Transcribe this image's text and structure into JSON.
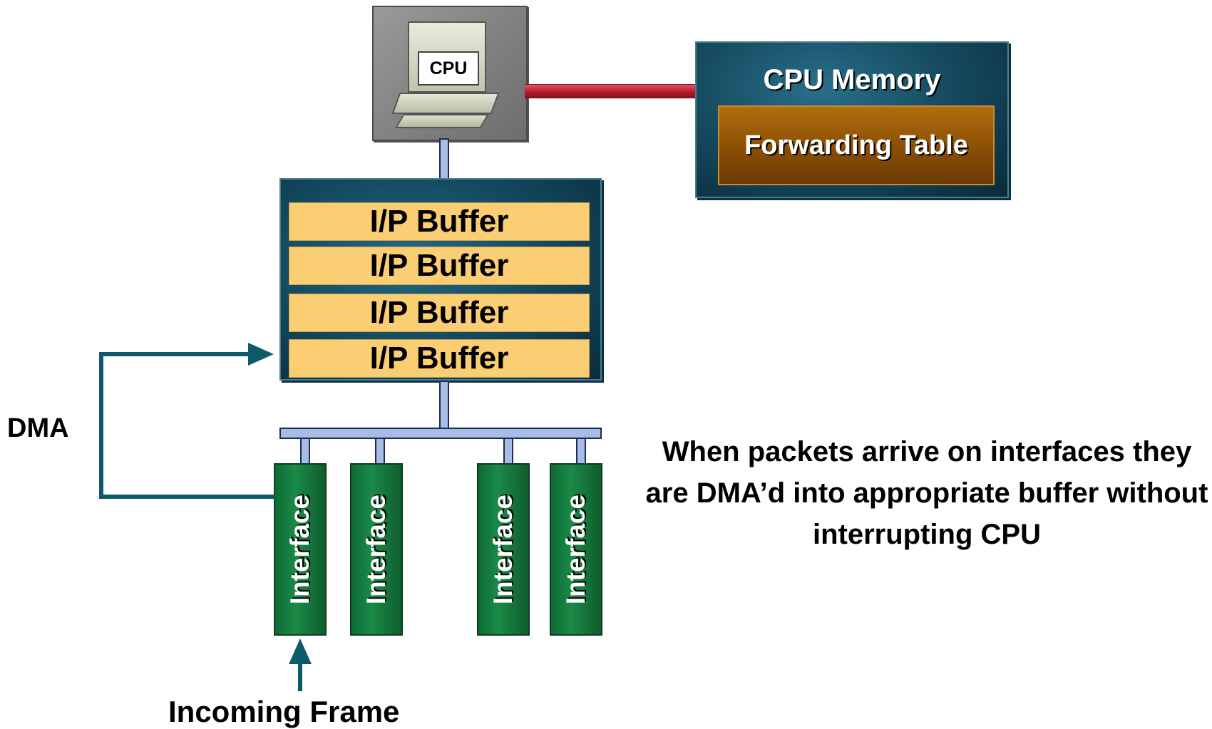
{
  "cpu": {
    "label": "CPU"
  },
  "memory": {
    "title": "CPU Memory",
    "table_label": "Forwarding Table"
  },
  "buffers": [
    "I/P Buffer",
    "I/P Buffer",
    "I/P Buffer",
    "I/P Buffer"
  ],
  "interfaces": [
    "Interface",
    "Interface",
    "Interface",
    "Interface"
  ],
  "labels": {
    "dma": "DMA",
    "incoming": "Incoming Frame"
  },
  "note": "When packets arrive on interfaces they are DMA’d into appropriate buffer without interrupting CPU",
  "colors": {
    "buffer_fill": "#fcce74",
    "panel_teal": "#174d63",
    "interface_green": "#1b8a47",
    "arrow_teal": "#0e5a6b",
    "memory_link_red": "#b01828",
    "bus_blue": "#a8bde6"
  }
}
